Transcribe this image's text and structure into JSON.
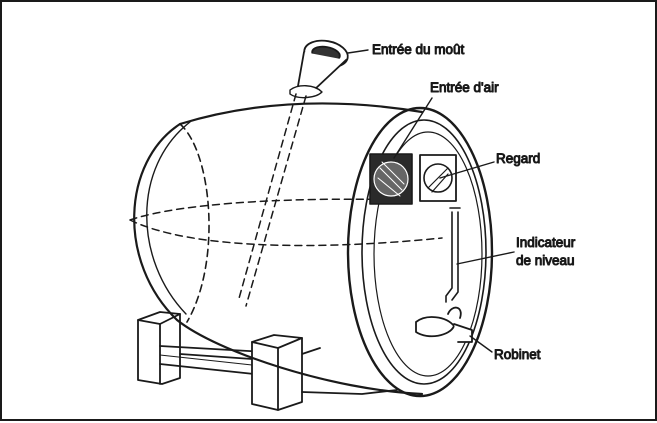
{
  "diagram": {
    "labels": {
      "must_inlet": "Entrée du moût",
      "air_inlet": "Entrée d'air",
      "sight_glass": "Regard",
      "level_indicator_line1": "Indicateur",
      "level_indicator_line2": "de niveau",
      "tap": "Robinet"
    }
  }
}
